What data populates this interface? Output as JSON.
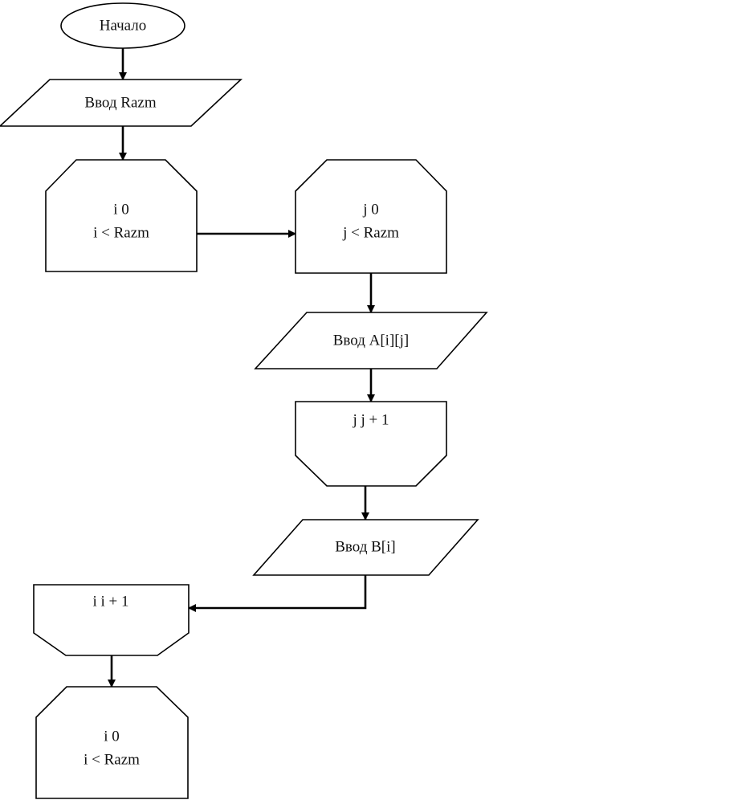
{
  "diagram": {
    "start": {
      "label": "Начало"
    },
    "input_size": {
      "label": "Ввод Razm"
    },
    "loop_i_begin": {
      "init": "i   0",
      "cond": "i < Razm"
    },
    "loop_j_begin": {
      "init": "j   0",
      "cond": "j < Razm"
    },
    "input_a": {
      "label": "Ввод A[i][j]"
    },
    "loop_j_end": {
      "label": "j   j + 1"
    },
    "input_b": {
      "label": "Ввод B[i]"
    },
    "loop_i_end": {
      "label": "i   i + 1"
    },
    "loop_i2_begin": {
      "init": "i   0",
      "cond": "i < Razm"
    }
  }
}
